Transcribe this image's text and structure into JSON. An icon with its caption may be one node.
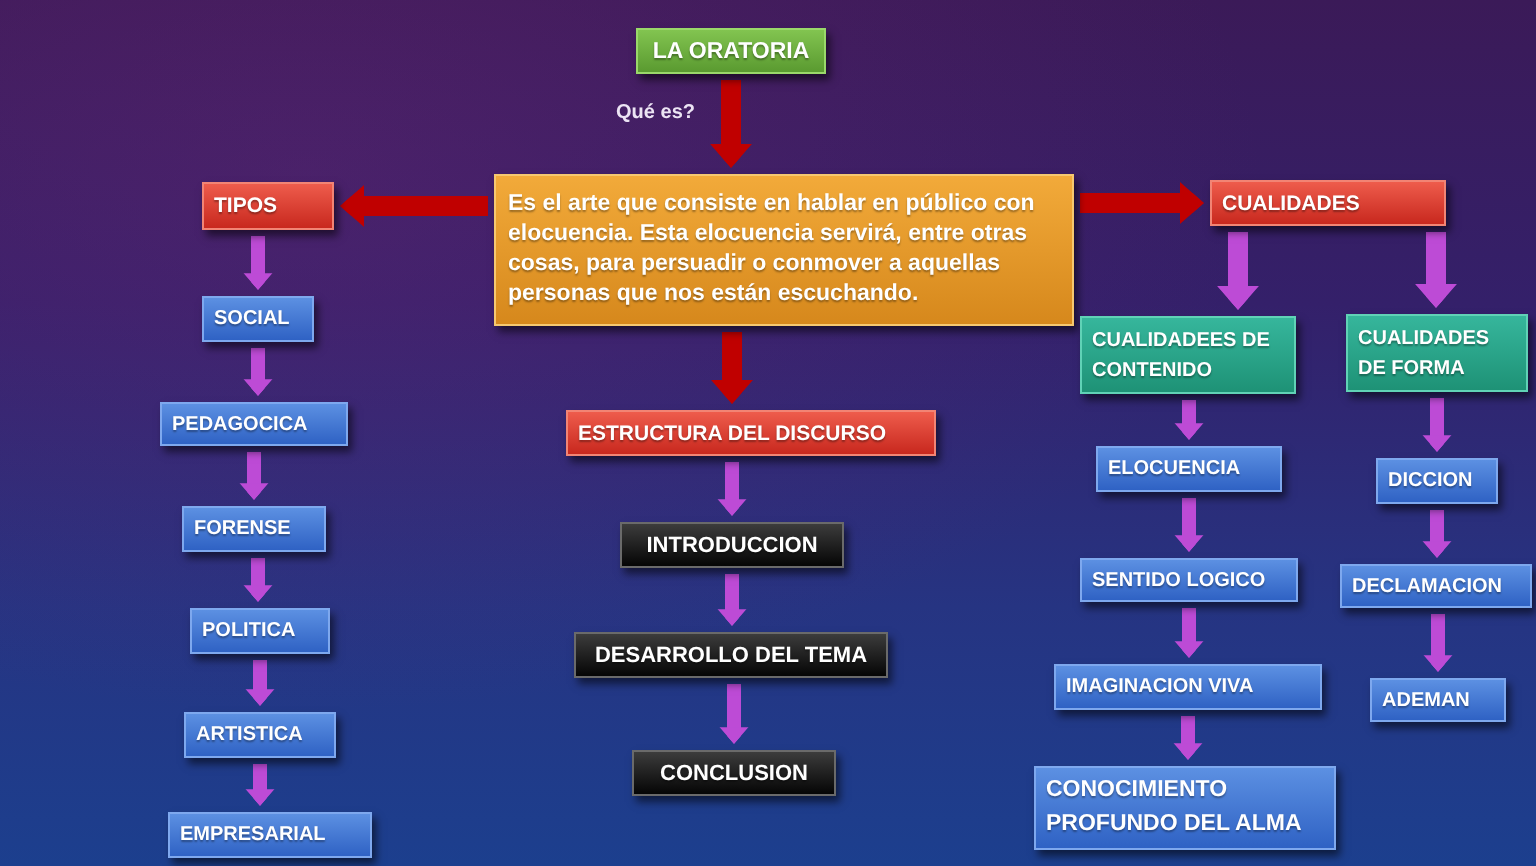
{
  "diagram": {
    "nodes": [
      {
        "text": [
          "LA ORATORIA"
        ]
      },
      {
        "text": [
          "Es el arte que consiste en hablar en público con elocuencia. Esta elocuencia servirá, entre otras cosas, para persuadir o conmover a aquellas personas que nos están escuchando."
        ]
      },
      {
        "text": [
          "TIPOS"
        ]
      },
      {
        "text": [
          "SOCIAL"
        ]
      },
      {
        "text": [
          "PEDAGOCICA"
        ]
      },
      {
        "text": [
          "FORENSE"
        ]
      },
      {
        "text": [
          "POLITICA"
        ]
      },
      {
        "text": [
          "ARTISTICA"
        ]
      },
      {
        "text": [
          "EMPRESARIAL"
        ]
      },
      {
        "text": [
          "ESTRUCTURA DEL DISCURSO"
        ]
      },
      {
        "text": [
          "INTRODUCCION"
        ]
      },
      {
        "text": [
          "DESARROLLO DEL TEMA"
        ]
      },
      {
        "text": [
          "CONCLUSION"
        ]
      },
      {
        "text": [
          "CUALIDADES"
        ]
      },
      {
        "text": [
          "CUALIDADEES DE CONTENIDO"
        ]
      },
      {
        "text": [
          "ELOCUENCIA"
        ]
      },
      {
        "text": [
          "SENTIDO LOGICO"
        ]
      },
      {
        "text": [
          "IMAGINACION VIVA"
        ]
      },
      {
        "text": [
          "CONOCIMIENTO PROFUNDO DEL ALMA"
        ]
      },
      {
        "text": [
          "CUALIDADES DE FORMA"
        ]
      },
      {
        "text": [
          "DICCION"
        ]
      },
      {
        "text": [
          "DECLAMACION"
        ]
      },
      {
        "text": [
          "ADEMAN"
        ]
      }
    ],
    "edges": [
      {
        "from": 0,
        "to": 1,
        "arrow": "to",
        "label": "Qué es?",
        "color": "#c00000"
      },
      {
        "from": 1,
        "to": 2,
        "arrow": "to",
        "color": "#c00000"
      },
      {
        "from": 1,
        "to": 13,
        "arrow": "to",
        "color": "#c00000"
      },
      {
        "from": 1,
        "to": 9,
        "arrow": "to",
        "color": "#c00000"
      },
      {
        "from": 2,
        "to": 3,
        "arrow": "to"
      },
      {
        "from": 3,
        "to": 4,
        "arrow": "to"
      },
      {
        "from": 4,
        "to": 5,
        "arrow": "to"
      },
      {
        "from": 5,
        "to": 6,
        "arrow": "to"
      },
      {
        "from": 6,
        "to": 7,
        "arrow": "to"
      },
      {
        "from": 7,
        "to": 8,
        "arrow": "to"
      },
      {
        "from": 9,
        "to": 10,
        "arrow": "to"
      },
      {
        "from": 10,
        "to": 11,
        "arrow": "to"
      },
      {
        "from": 11,
        "to": 12,
        "arrow": "to"
      },
      {
        "from": 13,
        "to": 14,
        "arrow": "to"
      },
      {
        "from": 13,
        "to": 19,
        "arrow": "to"
      },
      {
        "from": 14,
        "to": 15,
        "arrow": "to"
      },
      {
        "from": 15,
        "to": 16,
        "arrow": "to"
      },
      {
        "from": 16,
        "to": 17,
        "arrow": "to"
      },
      {
        "from": 17,
        "to": 18,
        "arrow": "to"
      },
      {
        "from": 19,
        "to": 20,
        "arrow": "to"
      },
      {
        "from": 20,
        "to": 21,
        "arrow": "to"
      },
      {
        "from": 21,
        "to": 22,
        "arrow": "to"
      }
    ]
  }
}
